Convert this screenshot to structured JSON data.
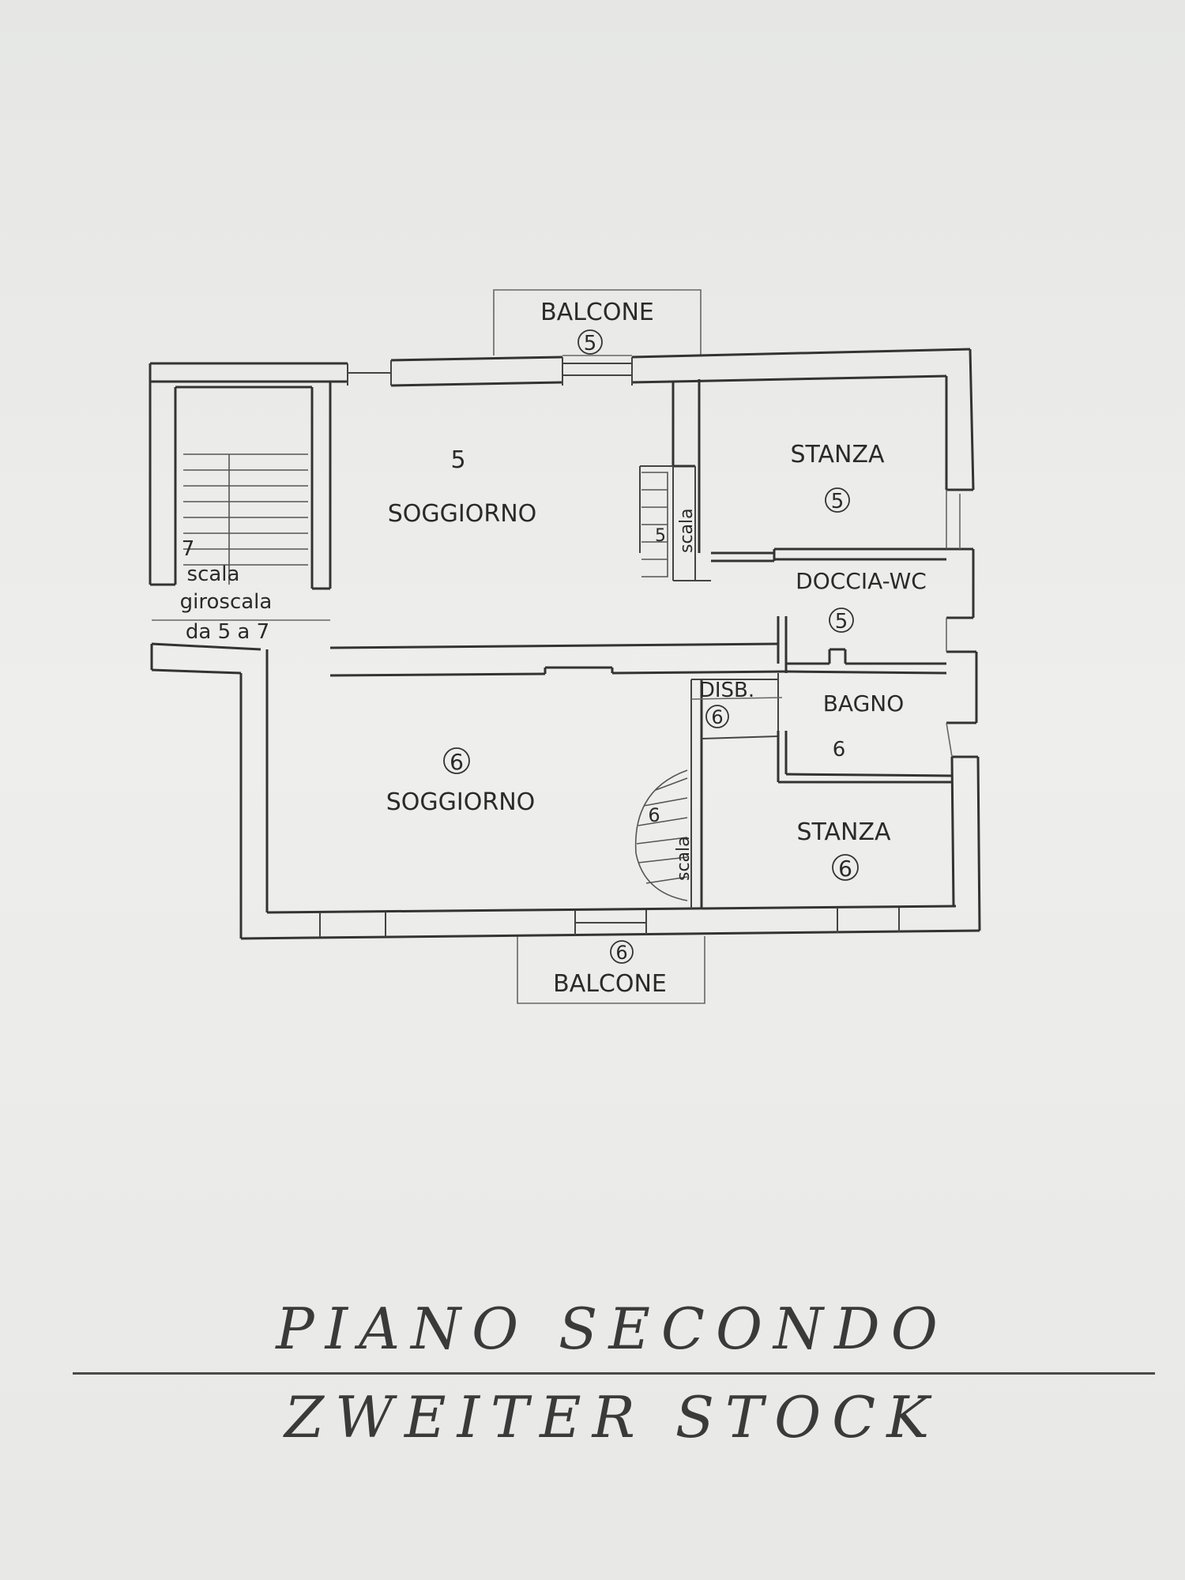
{
  "plan": {
    "balcone_top": {
      "label": "BALCONE",
      "num": "5"
    },
    "balcone_bottom": {
      "label": "BALCONE",
      "num": "6"
    },
    "soggiorno_5": {
      "label": "SOGGIORNO",
      "num": "5"
    },
    "soggiorno_6": {
      "label": "SOGGIORNO",
      "num": "6"
    },
    "stanza_5": {
      "label": "STANZA",
      "num": "5"
    },
    "stanza_6": {
      "label": "STANZA",
      "num": "6"
    },
    "doccia_wc": {
      "label": "DOCCIA-WC",
      "num": "5"
    },
    "bagno": {
      "label": "BAGNO",
      "num": "6"
    },
    "disb": {
      "label": "DISB.",
      "num": "6"
    },
    "scala_5": {
      "label": "scala",
      "num": "5"
    },
    "scala_6": {
      "label": "scala",
      "num": "6"
    },
    "stairwell": {
      "num": "7",
      "line1": "scala",
      "line2": "giroscala",
      "line3": "da 5 a 7"
    }
  },
  "caption": {
    "line1": "PIANO SECONDO",
    "line2": "ZWEITER STOCK"
  }
}
